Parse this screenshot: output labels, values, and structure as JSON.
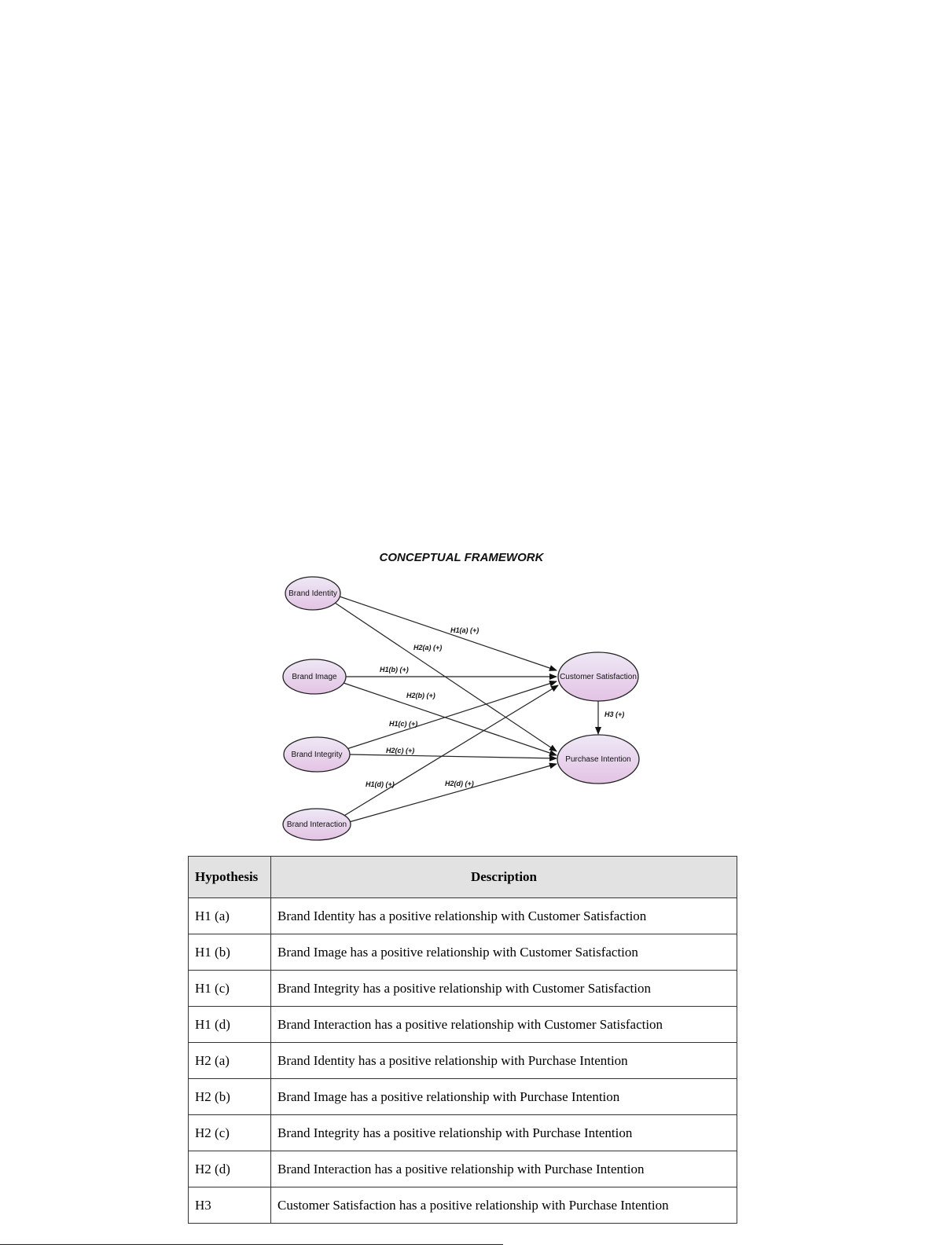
{
  "diagram": {
    "title": "CONCEPTUAL FRAMEWORK",
    "nodes": {
      "brand_identity": "Brand Identity",
      "brand_image": "Brand Image",
      "brand_integrity": "Brand Integrity",
      "brand_interaction": "Brand Interaction",
      "customer_satisfaction": "Customer Satisfaction",
      "purchase_intention": "Purchase Intention"
    },
    "edges": {
      "h1a": "H1(a) (+)",
      "h2a": "H2(a) (+)",
      "h1b": "H1(b) (+)",
      "h2b": "H2(b) (+)",
      "h1c": "H1(c) (+)",
      "h2c": "H2(c) (+)",
      "h1d": "H1(d) (+)",
      "h2d": "H2(d) (+)",
      "h3": "H3 (+)"
    },
    "colors": {
      "node_fill_top": "#ece4f3",
      "node_fill_bottom": "#e6c9e6",
      "stroke": "#222222"
    }
  },
  "table": {
    "headers": {
      "hypothesis": "Hypothesis",
      "description": "Description"
    },
    "rows": [
      {
        "id": "H1 (a)",
        "desc": "Brand Identity has a positive relationship with Customer Satisfaction"
      },
      {
        "id": "H1 (b)",
        "desc": "Brand Image has a positive relationship with Customer Satisfaction"
      },
      {
        "id": "H1 (c)",
        "desc": "Brand Integrity has a positive relationship with Customer Satisfaction"
      },
      {
        "id": "H1 (d)",
        "desc": "Brand Interaction has a positive relationship with Customer Satisfaction"
      },
      {
        "id": "H2 (a)",
        "desc": "Brand Identity has a positive relationship with Purchase Intention"
      },
      {
        "id": "H2 (b)",
        "desc": "Brand Image has a positive relationship with Purchase Intention"
      },
      {
        "id": "H2 (c)",
        "desc": "Brand Integrity has a positive relationship with Purchase Intention"
      },
      {
        "id": "H2 (d)",
        "desc": "Brand Interaction has a positive relationship with Purchase Intention"
      },
      {
        "id": "H3",
        "desc": "Customer Satisfaction has a positive relationship with Purchase Intention"
      }
    ]
  }
}
